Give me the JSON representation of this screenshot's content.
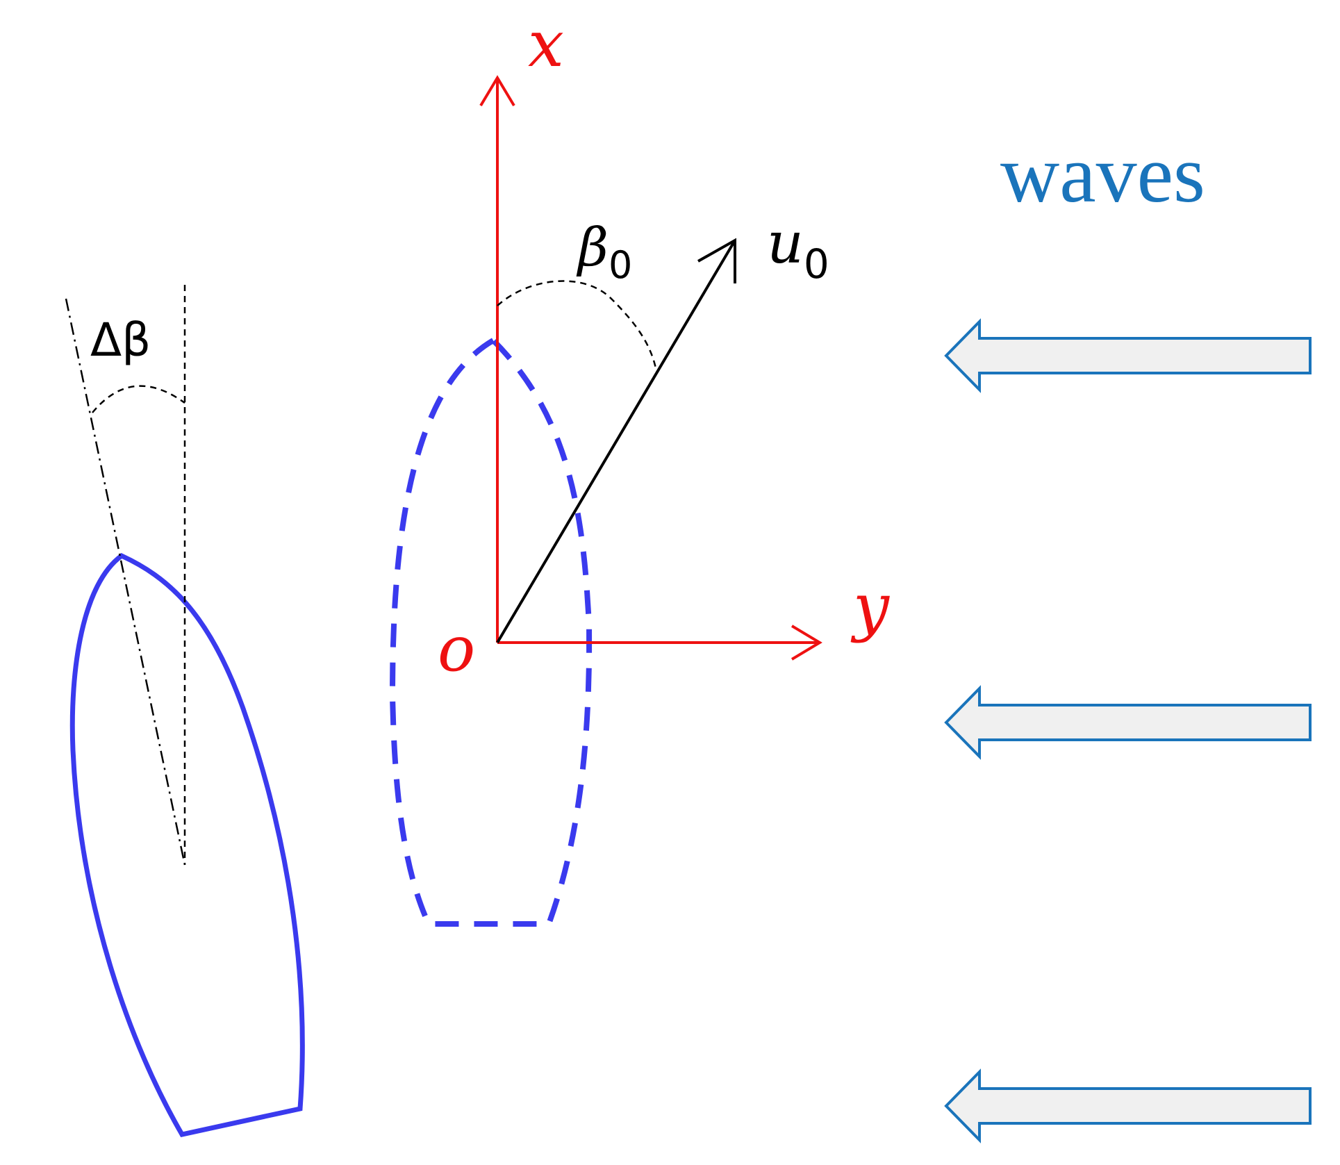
{
  "labels": {
    "x_axis": "x",
    "y_axis": "y",
    "origin": "o",
    "velocity": "u",
    "velocity_sub": "0",
    "heading_angle": "β",
    "heading_angle_sub": "0",
    "yaw_deviation": "Δβ",
    "waves": "waves"
  },
  "colors": {
    "axes": "#ee1111",
    "hull": "#3a3aee",
    "waves_text": "#1a74bb",
    "wave_arrow_stroke": "#1a74bb",
    "wave_arrow_fill": "#f0f0f0",
    "annotation": "#000000"
  }
}
